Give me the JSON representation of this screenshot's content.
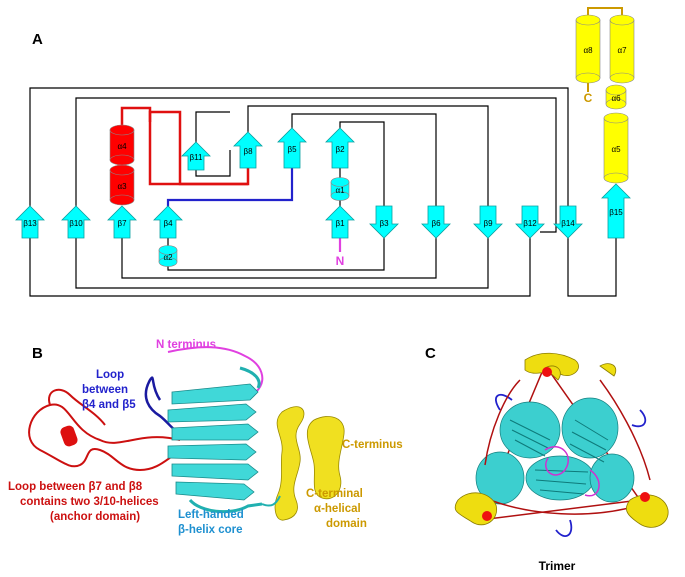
{
  "panel_a": {
    "letter": "A",
    "n_label": "N",
    "c_label": "C",
    "strands": [
      "β1",
      "β2",
      "β3",
      "β4",
      "β5",
      "β6",
      "β7",
      "β8",
      "β9",
      "β10",
      "β11",
      "β12",
      "β13",
      "β14",
      "β15"
    ],
    "helices": [
      "α1",
      "α2",
      "α3",
      "α4",
      "α5",
      "α6",
      "α7",
      "α8"
    ]
  },
  "panel_b": {
    "letter": "B",
    "n_terminus": "N terminus",
    "loop_b4_b5": [
      "Loop",
      "between",
      "β4 and β5"
    ],
    "loop_b7_b8": [
      "Loop between β7 and β8",
      "contains two 3/10-helices",
      "(anchor domain)"
    ],
    "core": [
      "Left-handed",
      "β-helix core"
    ],
    "c_terminus": "C-terminus",
    "c_domain": [
      "C-terminal",
      "α-helical",
      "domain"
    ]
  },
  "panel_c": {
    "letter": "C",
    "trimer": "Trimer"
  },
  "colors": {
    "strand": "#00FFFF",
    "helix_red": "#FF0000",
    "helix_yellow": "#FFFF00",
    "loop_red": "#E01010",
    "loop_blue": "#2222CC",
    "n_magenta": "#E040E0",
    "c_gold": "#CC9900",
    "core_blue": "#1E90D0"
  }
}
